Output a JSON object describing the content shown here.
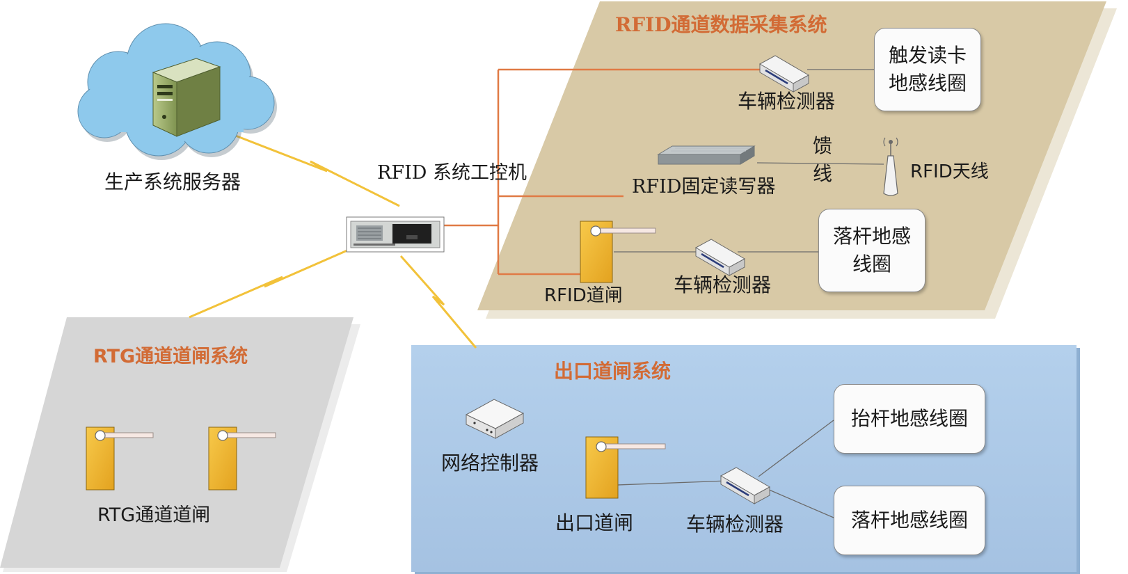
{
  "zones": {
    "rfid": {
      "title": "RFID通道数据采集系统"
    },
    "rtg": {
      "title": "RTG通道道闸系统"
    },
    "exit": {
      "title": "出口道闸系统"
    }
  },
  "nodes": {
    "server": {
      "label": "生产系统服务器"
    },
    "ipc": {
      "label": "RFID 系统工控机"
    },
    "rfid_detector_top": {
      "label": "车辆检测器"
    },
    "trigger_loop": {
      "line1": "触发读卡",
      "line2": "地感线圈"
    },
    "rfid_reader": {
      "label": "RFID固定读写器"
    },
    "feeder": {
      "line1": "馈",
      "line2": "线"
    },
    "rfid_antenna": {
      "label": "RFID天线"
    },
    "rfid_gate": {
      "label": "RFID道闸"
    },
    "rfid_detector_bottom": {
      "label": "车辆检测器"
    },
    "drop_loop_rfid": {
      "line1": "落杆地感",
      "line2": "线圈"
    },
    "rtg_gate": {
      "label": "RTG通道道闸"
    },
    "net_controller": {
      "label": "网络控制器"
    },
    "exit_gate": {
      "label": "出口道闸"
    },
    "exit_detector": {
      "label": "车辆检测器"
    },
    "lift_loop": {
      "label": "抬杆地感线圈"
    },
    "drop_loop_exit": {
      "label": "落杆地感线圈"
    }
  },
  "colors": {
    "rfid_zone": "#d8c9a6",
    "rtg_zone": "#d6d6d6",
    "exit_zone": "#a9c7e6",
    "zone_title": "#d26b35",
    "orange_line": "#e07a45",
    "lightning": "#f2c23a",
    "gate": "#f0b52e",
    "cloud": "#8ec9ec"
  }
}
